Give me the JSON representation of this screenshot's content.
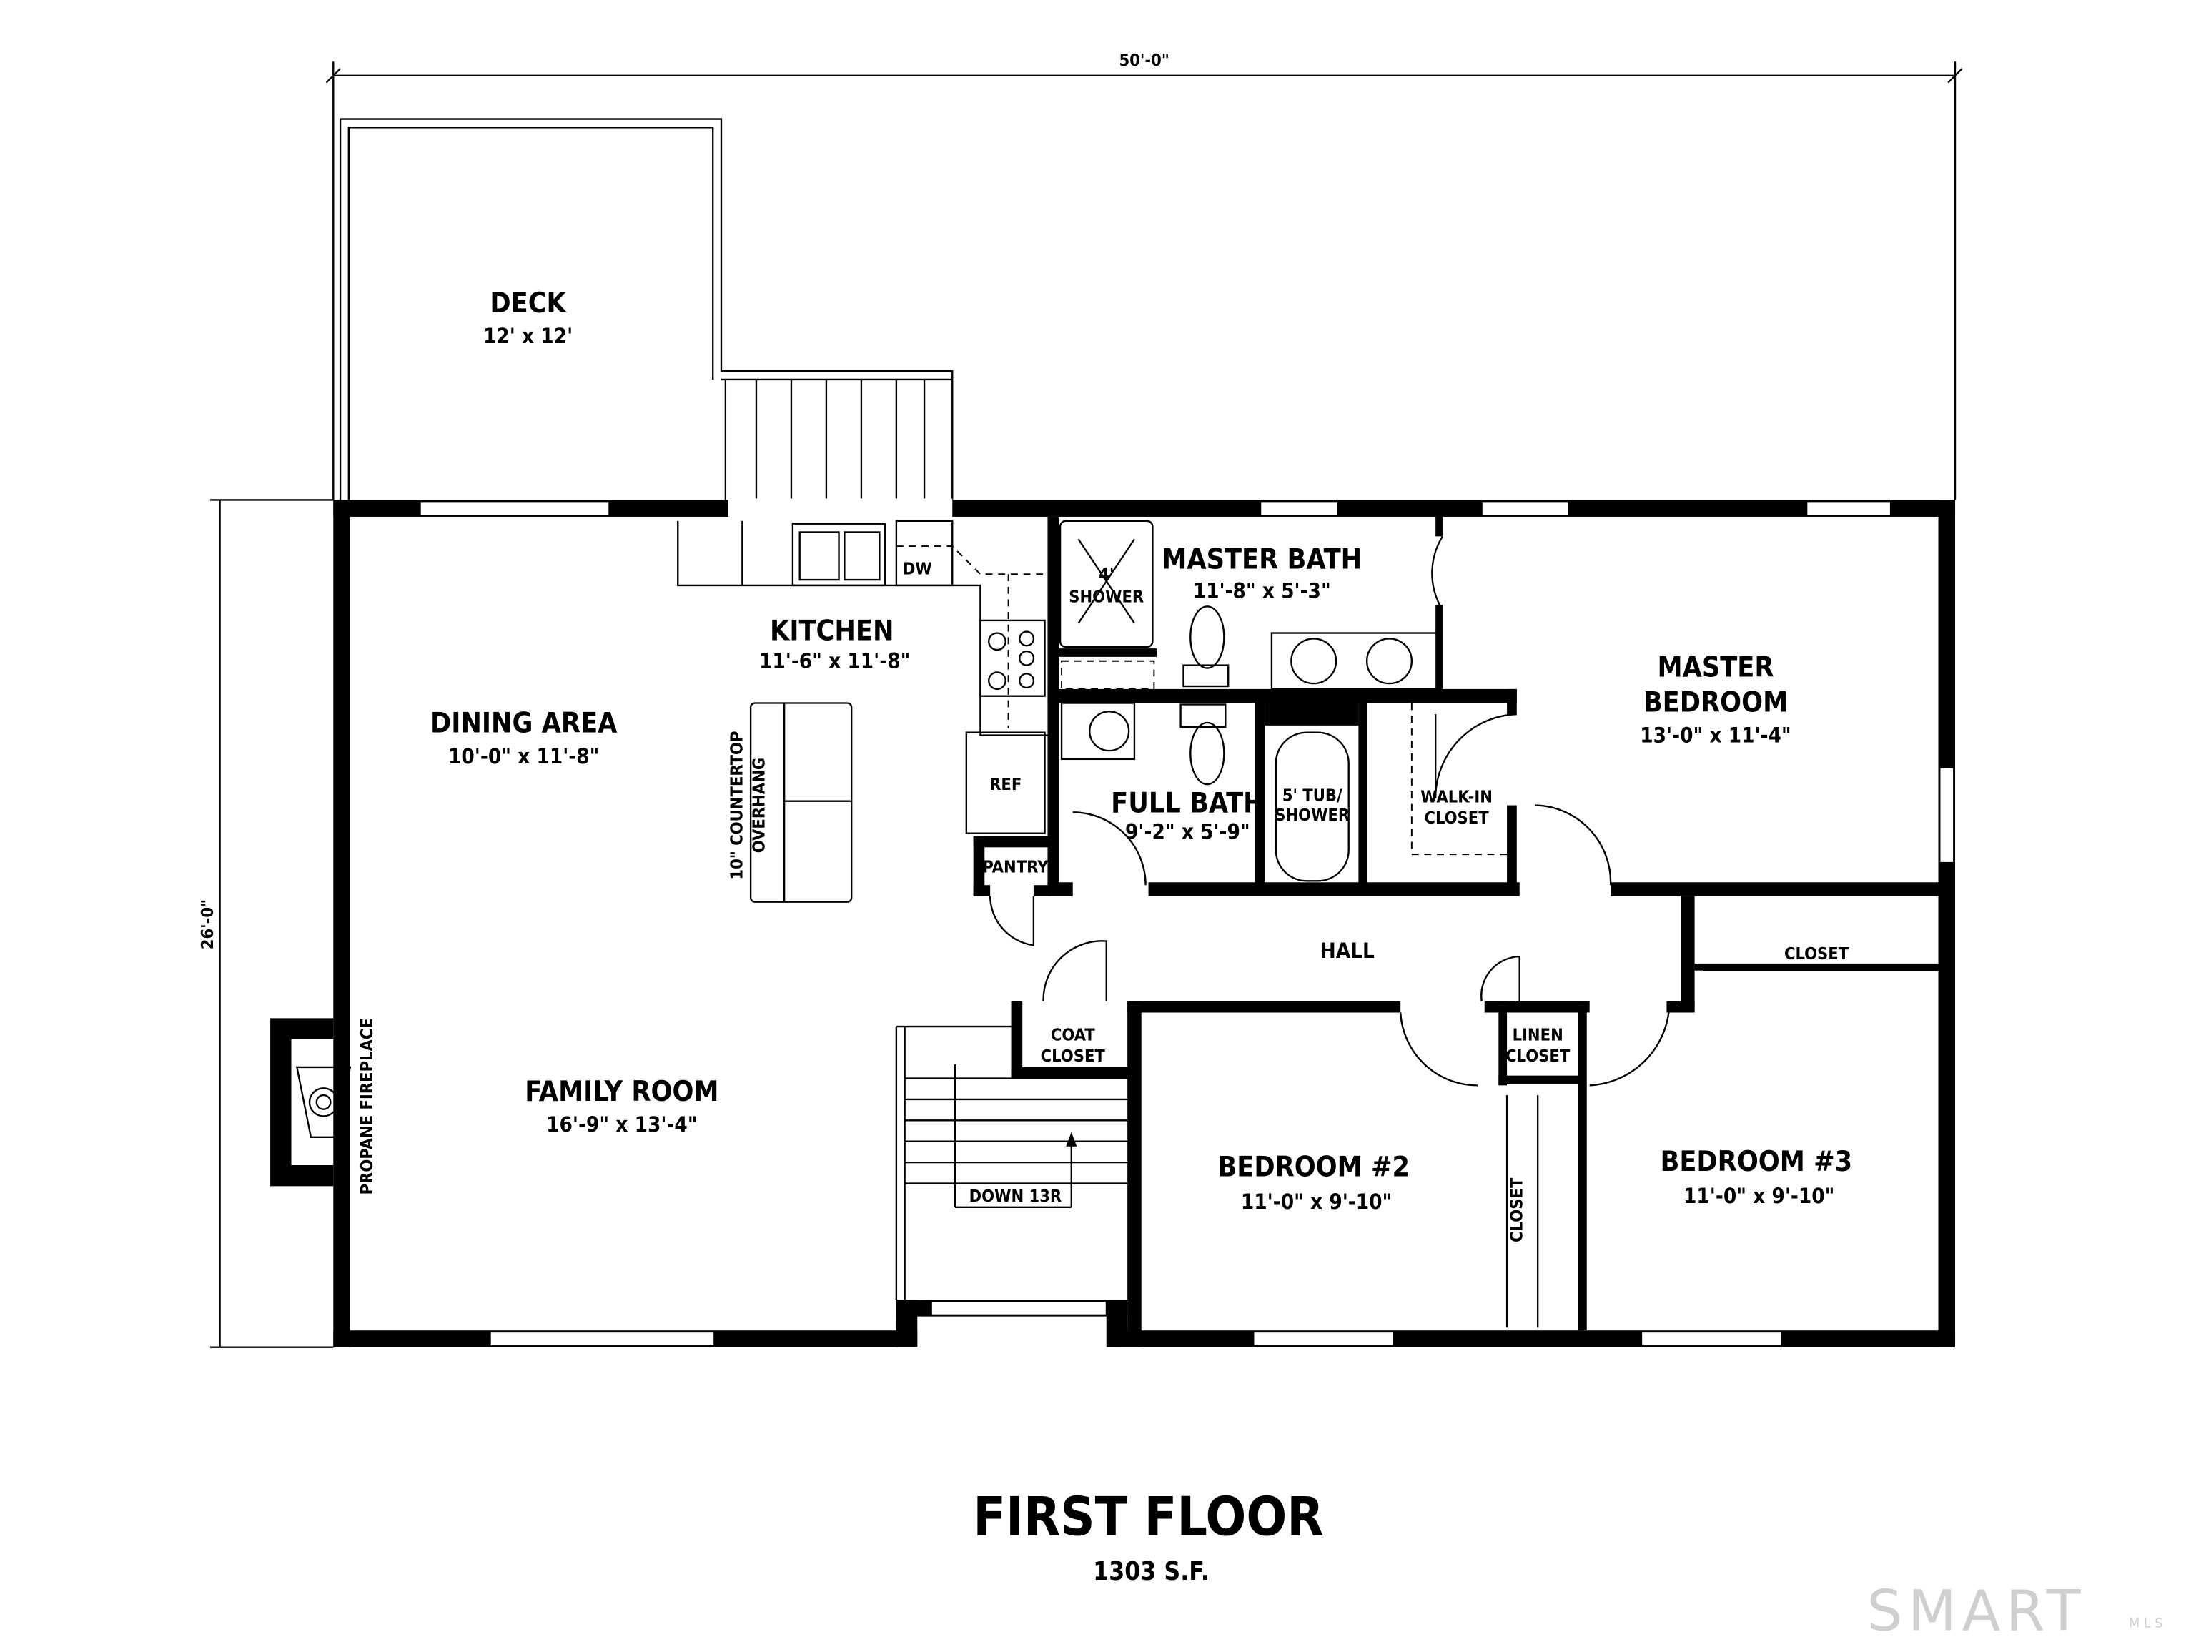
{
  "plan": {
    "title": "FIRST FLOOR",
    "area": "1303 S.F.",
    "overall_width": "50'-0\"",
    "overall_depth": "26'-0\"",
    "rooms": {
      "deck": {
        "name": "DECK",
        "size": "12' x 12'"
      },
      "kitchen": {
        "name": "KITCHEN",
        "size": "11'-6\" x 11'-8\""
      },
      "dining": {
        "name": "DINING AREA",
        "size": "10'-0\" x 11'-8\""
      },
      "family": {
        "name": "FAMILY ROOM",
        "size": "16'-9\" x 13'-4\""
      },
      "master_bath": {
        "name": "MASTER BATH",
        "size": "11'-8\" x 5'-3\""
      },
      "master_bed": {
        "name1": "MASTER",
        "name2": "BEDROOM",
        "size": "13'-0\" x 11'-4\""
      },
      "full_bath": {
        "name": "FULL BATH",
        "size": "9'-2\" x 5'-9\""
      },
      "bed2": {
        "name": "BEDROOM #2",
        "size": "11'-0\" x 9'-10\""
      },
      "bed3": {
        "name": "BEDROOM #3",
        "size": "11'-0\" x 9'-10\""
      },
      "hall": {
        "name": "HALL"
      }
    },
    "labels": {
      "dw": "DW",
      "ref": "REF",
      "pantry": "PANTRY",
      "shower1": "4'",
      "shower2": "SHOWER",
      "tub1": "5' TUB/",
      "tub2": "SHOWER",
      "walkin1": "WALK-IN",
      "walkin2": "CLOSET",
      "closet_b3": "CLOSET",
      "closet_b2": "CLOSET",
      "coat1": "COAT",
      "coat2": "CLOSET",
      "linen1": "LINEN",
      "linen2": "CLOSET",
      "overhang1": "10\" COUNTERTOP",
      "overhang2": "OVERHANG",
      "fireplace": "PROPANE FIREPLACE",
      "stairs": "DOWN 13R"
    }
  },
  "watermark": {
    "text": "SMART",
    "sub": "MLS"
  }
}
